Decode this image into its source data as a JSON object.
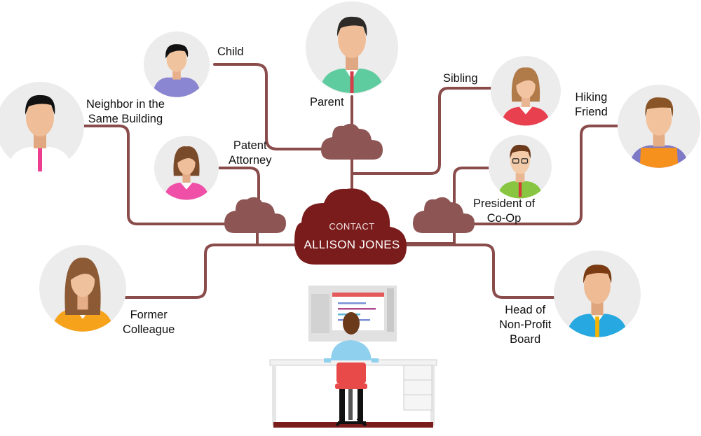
{
  "center": {
    "line1": "CONTACT",
    "line2": "ALLISON JONES"
  },
  "contacts": {
    "child": "Child",
    "parent": "Parent",
    "sibling": "Sibling",
    "hiking_friend": "Hiking\nFriend",
    "neighbor": "Neighbor in the\nSame Building",
    "patent_attorney": "Patent\nAttorney",
    "president_coop": "President of\nCo-Op",
    "former_colleague": "Former\nColleague",
    "head_nonprofit": "Head of\nNon-Profit\nBoard"
  },
  "colors": {
    "connector": "#8a4b4b",
    "cloud_small": "#8e5555",
    "cloud_main": "#7a1c1c",
    "avatar_bg": "#ececec"
  },
  "icons": [
    "avatar-icon",
    "cloud-icon",
    "desk-icon",
    "computer-monitor-icon",
    "office-chair-icon"
  ]
}
